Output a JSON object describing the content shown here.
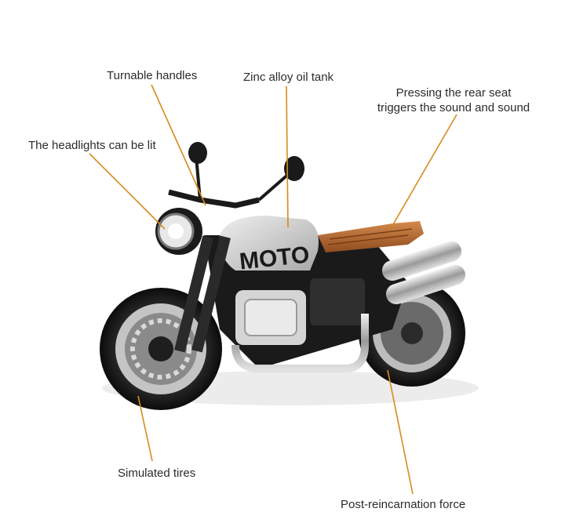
{
  "annotations": {
    "turnable_handles": "Turnable handles",
    "zinc_alloy_tank": "Zinc alloy oil tank",
    "rear_seat_line1": "Pressing the rear seat",
    "rear_seat_line2": "triggers the sound and sound",
    "headlights": "The headlights can be lit",
    "simulated_tires": "Simulated tires",
    "post_force": "Post-reincarnation force"
  },
  "tank_lettering": "MOTO",
  "colors": {
    "leader_line": "#d88a1c",
    "seat": "#b5672e",
    "body_black": "#1a1a1a",
    "chrome": "#c9c9c9",
    "tank_silver": "#d4d4d4"
  }
}
